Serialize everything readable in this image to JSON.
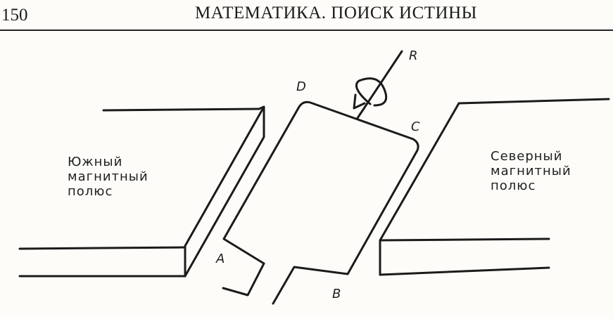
{
  "header": {
    "page_number": "150",
    "running_title": "МАТЕМАТИКА. ПОИСК ИСТИНЫ"
  },
  "figure": {
    "south_pole_label": [
      "Южный",
      "магнитный",
      "полюс"
    ],
    "north_pole_label": [
      "Северный",
      "магнитный",
      "полюс"
    ],
    "points": {
      "a": "A",
      "b": "B",
      "c": "C",
      "d": "D",
      "r": "R"
    }
  }
}
